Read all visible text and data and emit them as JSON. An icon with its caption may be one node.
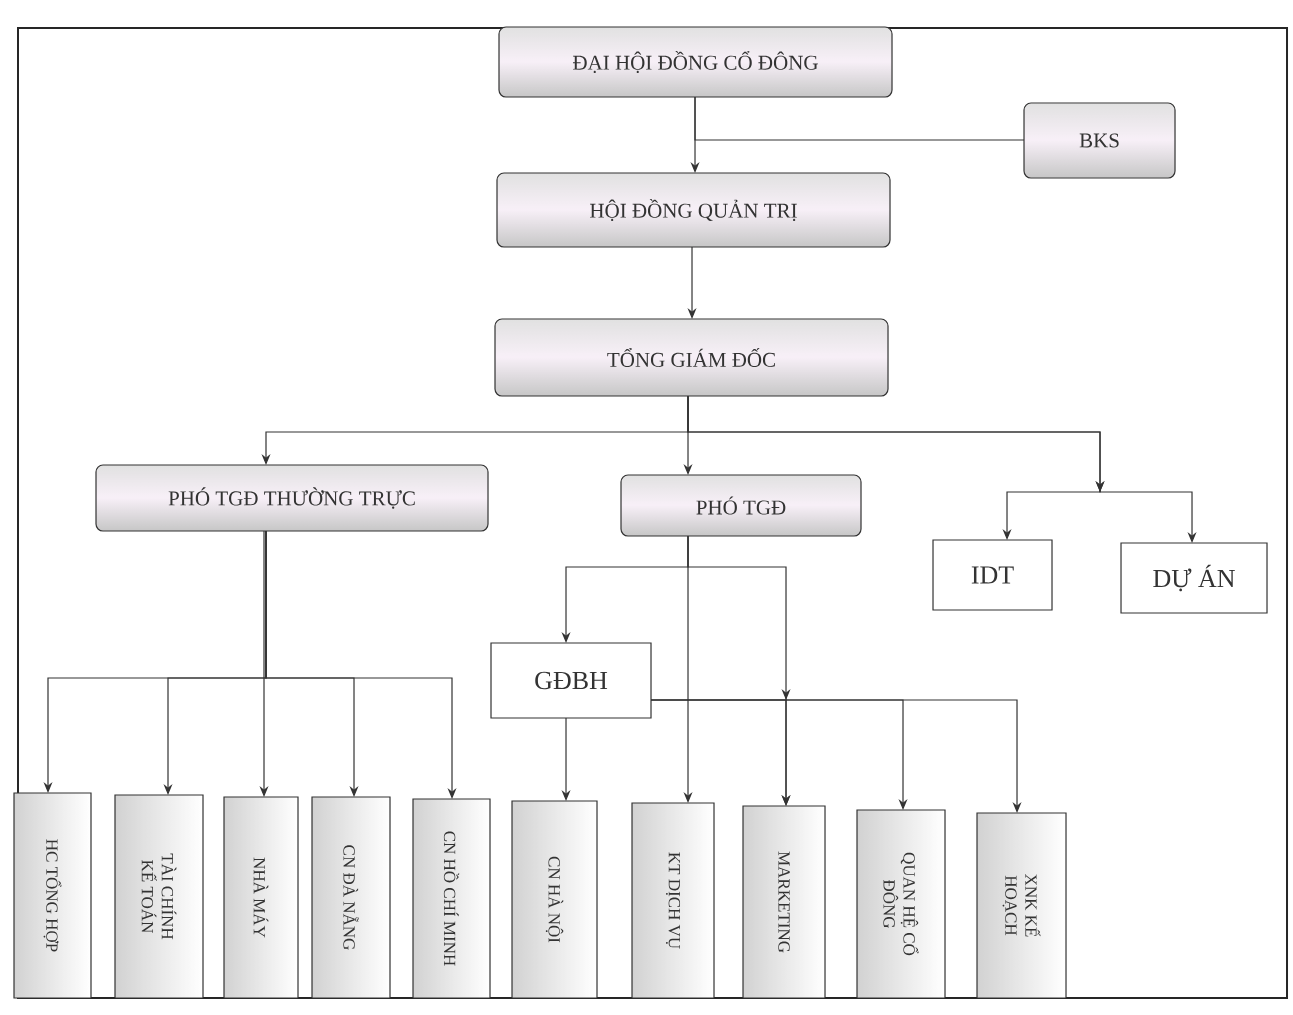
{
  "diagram": {
    "nodes": [
      {
        "text": [
          "ĐẠI HỘI ĐỒNG CỔ ĐÔNG"
        ]
      },
      {
        "text": [
          "BKS"
        ]
      },
      {
        "text": [
          "HỘI ĐỒNG QUẢN TRỊ"
        ]
      },
      {
        "text": [
          "TỔNG GIÁM ĐỐC"
        ]
      },
      {
        "text": [
          "PHÓ TGĐ THƯỜNG TRỰC"
        ]
      },
      {
        "text": [
          "PHÓ TGĐ"
        ]
      },
      {
        "text": [
          "IDT"
        ]
      },
      {
        "text": [
          "DỰ ÁN"
        ]
      },
      {
        "text": [
          "GĐBH"
        ]
      },
      {
        "text": [
          "HC TỔNG HỢP"
        ]
      },
      {
        "text": [
          "TÀI CHÍNH KẾ TOÁN"
        ]
      },
      {
        "text": [
          "NHÀ MÁY"
        ]
      },
      {
        "text": [
          "CN ĐÀ NẴNG"
        ]
      },
      {
        "text": [
          "CN HỒ CHÍ MINH"
        ]
      },
      {
        "text": [
          "CN HÀ NỘI"
        ]
      },
      {
        "text": [
          "KT DỊCH VỤ"
        ]
      },
      {
        "text": [
          "MARKETING"
        ]
      },
      {
        "text": [
          "QUAN HỆ CỔ ĐÔNG"
        ]
      },
      {
        "text": [
          "XNK KẾ HOẠCH"
        ]
      }
    ],
    "edges": [
      {
        "from": 0,
        "to": 2,
        "arrow": "to"
      },
      {
        "from": 0,
        "to": 1,
        "arrow": "none"
      },
      {
        "from": 2,
        "to": 3,
        "arrow": "to"
      },
      {
        "from": 3,
        "to": 4,
        "arrow": "to"
      },
      {
        "from": 3,
        "to": 5,
        "arrow": "to"
      },
      {
        "from": 3,
        "to": 6,
        "arrow": "to"
      },
      {
        "from": 3,
        "to": 7,
        "arrow": "to"
      },
      {
        "from": 4,
        "to": 9,
        "arrow": "to"
      },
      {
        "from": 4,
        "to": 10,
        "arrow": "to"
      },
      {
        "from": 4,
        "to": 11,
        "arrow": "to"
      },
      {
        "from": 4,
        "to": 12,
        "arrow": "to"
      },
      {
        "from": 4,
        "to": 13,
        "arrow": "to"
      },
      {
        "from": 5,
        "to": 8,
        "arrow": "to"
      },
      {
        "from": 5,
        "to": 15,
        "arrow": "to"
      },
      {
        "from": 5,
        "to": 16,
        "arrow": "to"
      },
      {
        "from": 8,
        "to": 14,
        "arrow": "to"
      },
      {
        "from": 8,
        "to": 16,
        "arrow": "to"
      },
      {
        "from": 8,
        "to": 17,
        "arrow": "to"
      },
      {
        "from": 8,
        "to": 18,
        "arrow": "to"
      }
    ]
  }
}
